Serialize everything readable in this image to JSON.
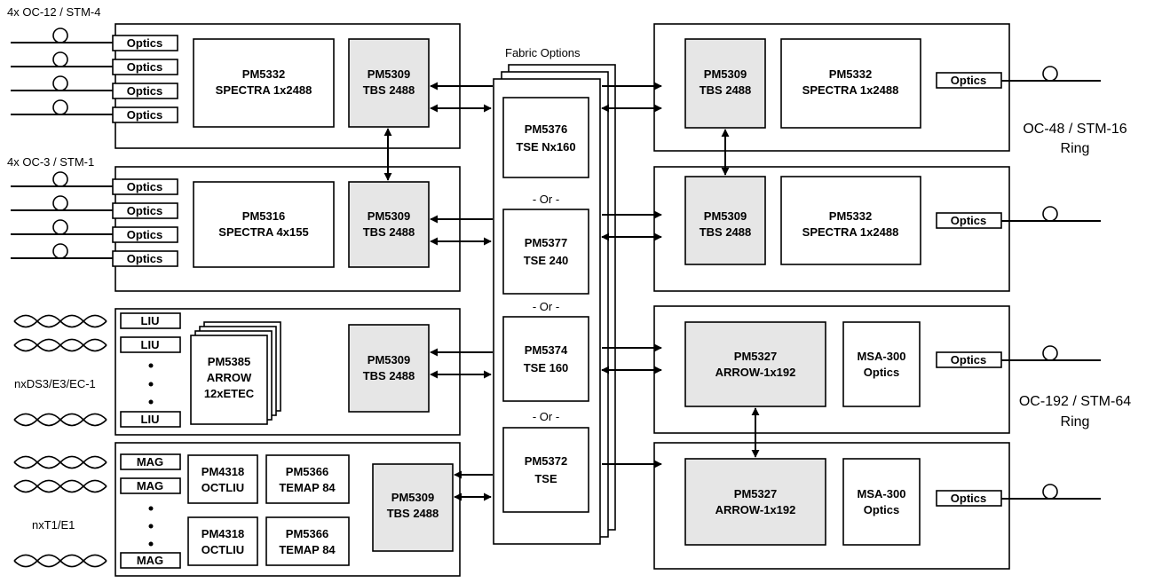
{
  "labels": {
    "oc12": "4x OC-12 / STM-4",
    "oc3": "4x OC-3 / STM-1",
    "ds3": "nxDS3/E3/EC-1",
    "t1": "nxT1/E1",
    "fabric": "Fabric Options",
    "oc48_1": "OC-48 / STM-16",
    "oc48_2": "Ring",
    "oc192_1": "OC-192 / STM-64",
    "oc192_2": "Ring",
    "or": "- Or -"
  },
  "optics": "Optics",
  "liu": "LIU",
  "mag": "MAG",
  "blocks": {
    "spectra1": [
      "PM5332",
      "SPECTRA 1x2488"
    ],
    "tbs1": [
      "PM5309",
      "TBS 2488"
    ],
    "spectra4": [
      "PM5316",
      "SPECTRA 4x155"
    ],
    "tbs2": [
      "PM5309",
      "TBS 2488"
    ],
    "arrow12": [
      "PM5385",
      "ARROW",
      "12xETEC"
    ],
    "tbs3": [
      "PM5309",
      "TBS 2488"
    ],
    "octliu1": [
      "PM4318",
      "OCTLIU"
    ],
    "temap1": [
      "PM5366",
      "TEMAP 84"
    ],
    "octliu2": [
      "PM4318",
      "OCTLIU"
    ],
    "temap2": [
      "PM5366",
      "TEMAP 84"
    ],
    "tbs4": [
      "PM5309",
      "TBS 2488"
    ],
    "tse_nx160": [
      "PM5376",
      "TSE Nx160"
    ],
    "tse240": [
      "PM5377",
      "TSE 240"
    ],
    "tse160": [
      "PM5374",
      "TSE 160"
    ],
    "tse": [
      "PM5372",
      "TSE"
    ],
    "r_tbs1": [
      "PM5309",
      "TBS 2488"
    ],
    "r_spectra1": [
      "PM5332",
      "SPECTRA 1x2488"
    ],
    "r_tbs2": [
      "PM5309",
      "TBS 2488"
    ],
    "r_spectra2": [
      "PM5332",
      "SPECTRA 1x2488"
    ],
    "r_arrow1": [
      "PM5327",
      "ARROW-1x192"
    ],
    "r_msa1": [
      "MSA-300",
      "Optics"
    ],
    "r_arrow2": [
      "PM5327",
      "ARROW-1x192"
    ],
    "r_msa2": [
      "MSA-300",
      "Optics"
    ]
  }
}
